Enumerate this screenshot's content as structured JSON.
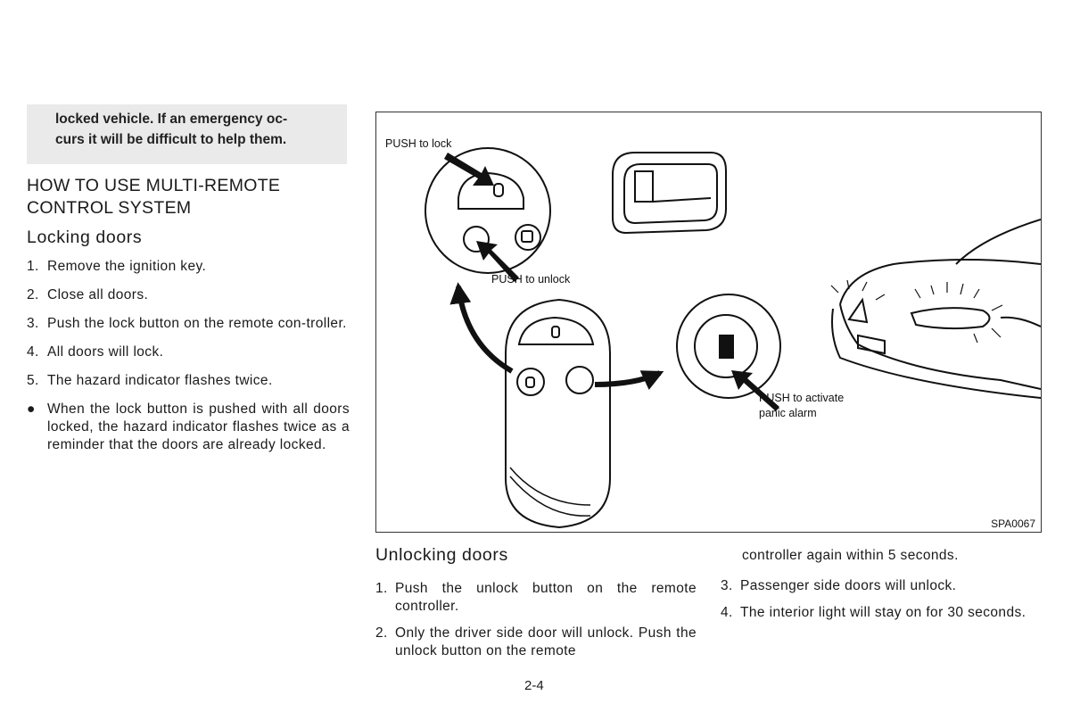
{
  "warning": {
    "line1": "locked vehicle. If an emergency oc-",
    "line2": "curs it will be difficult to help them."
  },
  "section": {
    "heading_line1": "HOW TO USE MULTI-REMOTE",
    "heading_line2": "CONTROL SYSTEM"
  },
  "locking": {
    "heading": "Locking doors",
    "items": [
      {
        "marker": "1.",
        "text": "Remove the ignition key."
      },
      {
        "marker": "2.",
        "text": "Close all doors."
      },
      {
        "marker": "3.",
        "text": "Push the lock button on the remote con-troller."
      },
      {
        "marker": "4.",
        "text": "All doors will lock."
      },
      {
        "marker": "5.",
        "text": "The hazard indicator flashes twice."
      },
      {
        "marker": "●",
        "text": "When the lock button is pushed with all doors locked, the hazard indicator flashes twice as a reminder that the doors are already locked."
      }
    ]
  },
  "figure": {
    "callout_lock": "PUSH to lock",
    "callout_unlock": "PUSH to unlock",
    "callout_panic_line1": "PUSH to activate",
    "callout_panic_line2": "panic alarm",
    "code": "SPA0067"
  },
  "unlocking": {
    "heading": "Unlocking doors",
    "items": [
      {
        "marker": "1.",
        "text": "Push the unlock button on the remote controller."
      },
      {
        "marker": "2.",
        "text": "Only the driver side door will unlock. Push the unlock button on the remote"
      }
    ],
    "continuation": "controller again within 5 seconds.",
    "items_right": [
      {
        "marker": "3.",
        "text": "Passenger side doors will unlock."
      },
      {
        "marker": "4.",
        "text": "The interior light will stay on for 30 seconds."
      }
    ]
  },
  "page": {
    "number": "2-4"
  }
}
